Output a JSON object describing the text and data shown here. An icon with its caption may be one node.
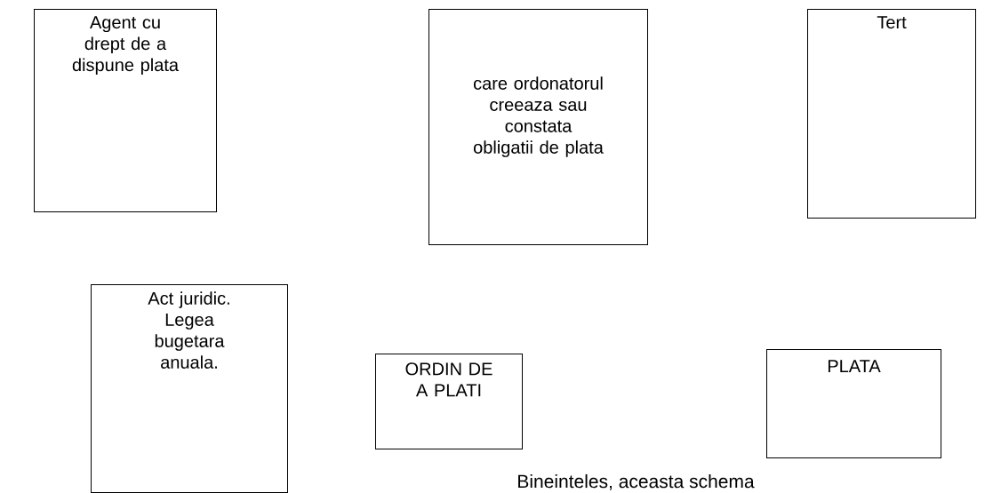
{
  "diagram": {
    "nodes": [
      {
        "text": [
          "Agent cu drept de a dispune plata"
        ]
      },
      {
        "text": [
          "care ordonatorul creeaza sau constata obligatii de plata"
        ]
      },
      {
        "text": [
          "Tert"
        ]
      },
      {
        "text": [
          "Act juridic. Legea bugetara anuala."
        ]
      },
      {
        "text": [
          "ORDIN DE A PLATI"
        ]
      },
      {
        "text": [
          "PLATA"
        ]
      }
    ],
    "labels": [
      "Bineinteles, aceasta schema"
    ]
  }
}
